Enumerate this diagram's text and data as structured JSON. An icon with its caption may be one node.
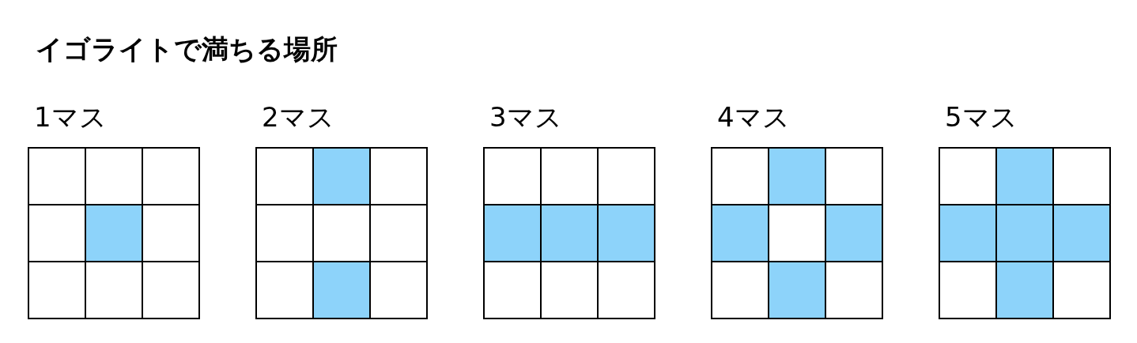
{
  "diagram": {
    "title": "イゴライトで満ちる場所",
    "nodes": [
      {
        "text": [
          "1マス"
        ]
      },
      {
        "text": [
          "2マス"
        ]
      },
      {
        "text": [
          "3マス"
        ]
      },
      {
        "text": [
          "4マス"
        ]
      },
      {
        "text": [
          "5マス"
        ]
      }
    ]
  }
}
